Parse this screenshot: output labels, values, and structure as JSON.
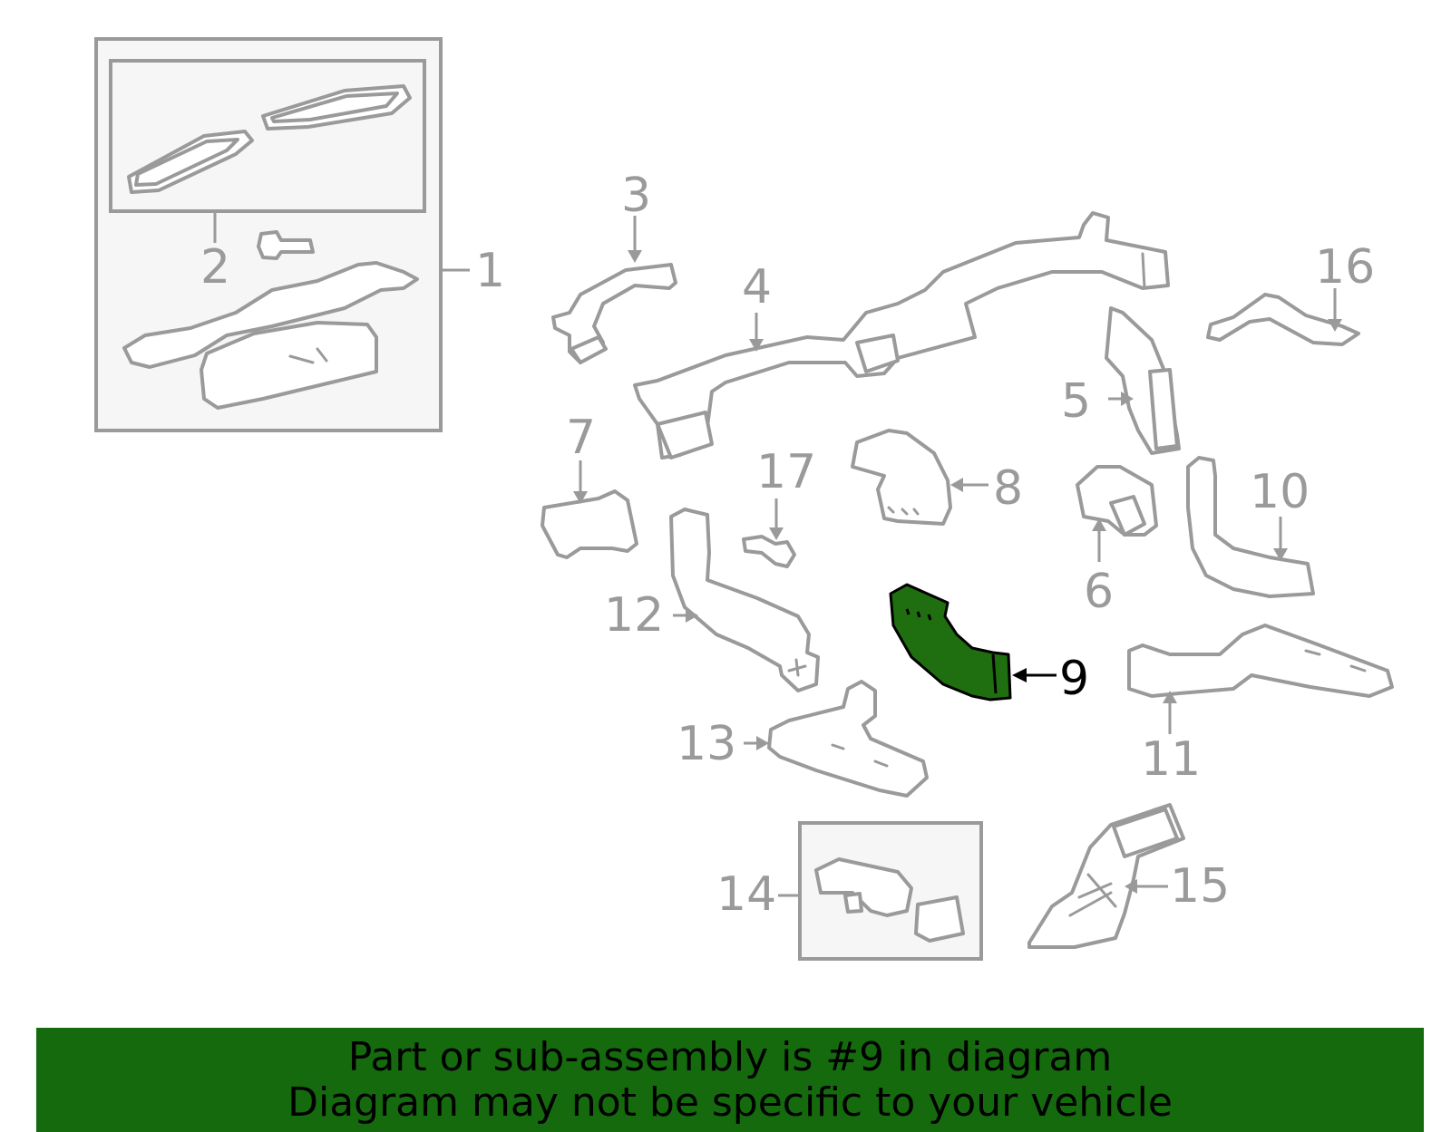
{
  "callouts": {
    "c1": "1",
    "c2": "2",
    "c3": "3",
    "c4": "4",
    "c5": "5",
    "c6": "6",
    "c7": "7",
    "c8": "8",
    "c9": "9",
    "c10": "10",
    "c11": "11",
    "c12": "12",
    "c13": "13",
    "c14": "14",
    "c15": "15",
    "c16": "16",
    "c17": "17"
  },
  "highlight": {
    "part": "9",
    "color": "#1f6e10"
  },
  "banner": {
    "line1": "Part or sub-assembly is #9 in diagram",
    "line2": "Diagram may not be specific to your vehicle",
    "color": "#156a0e"
  }
}
